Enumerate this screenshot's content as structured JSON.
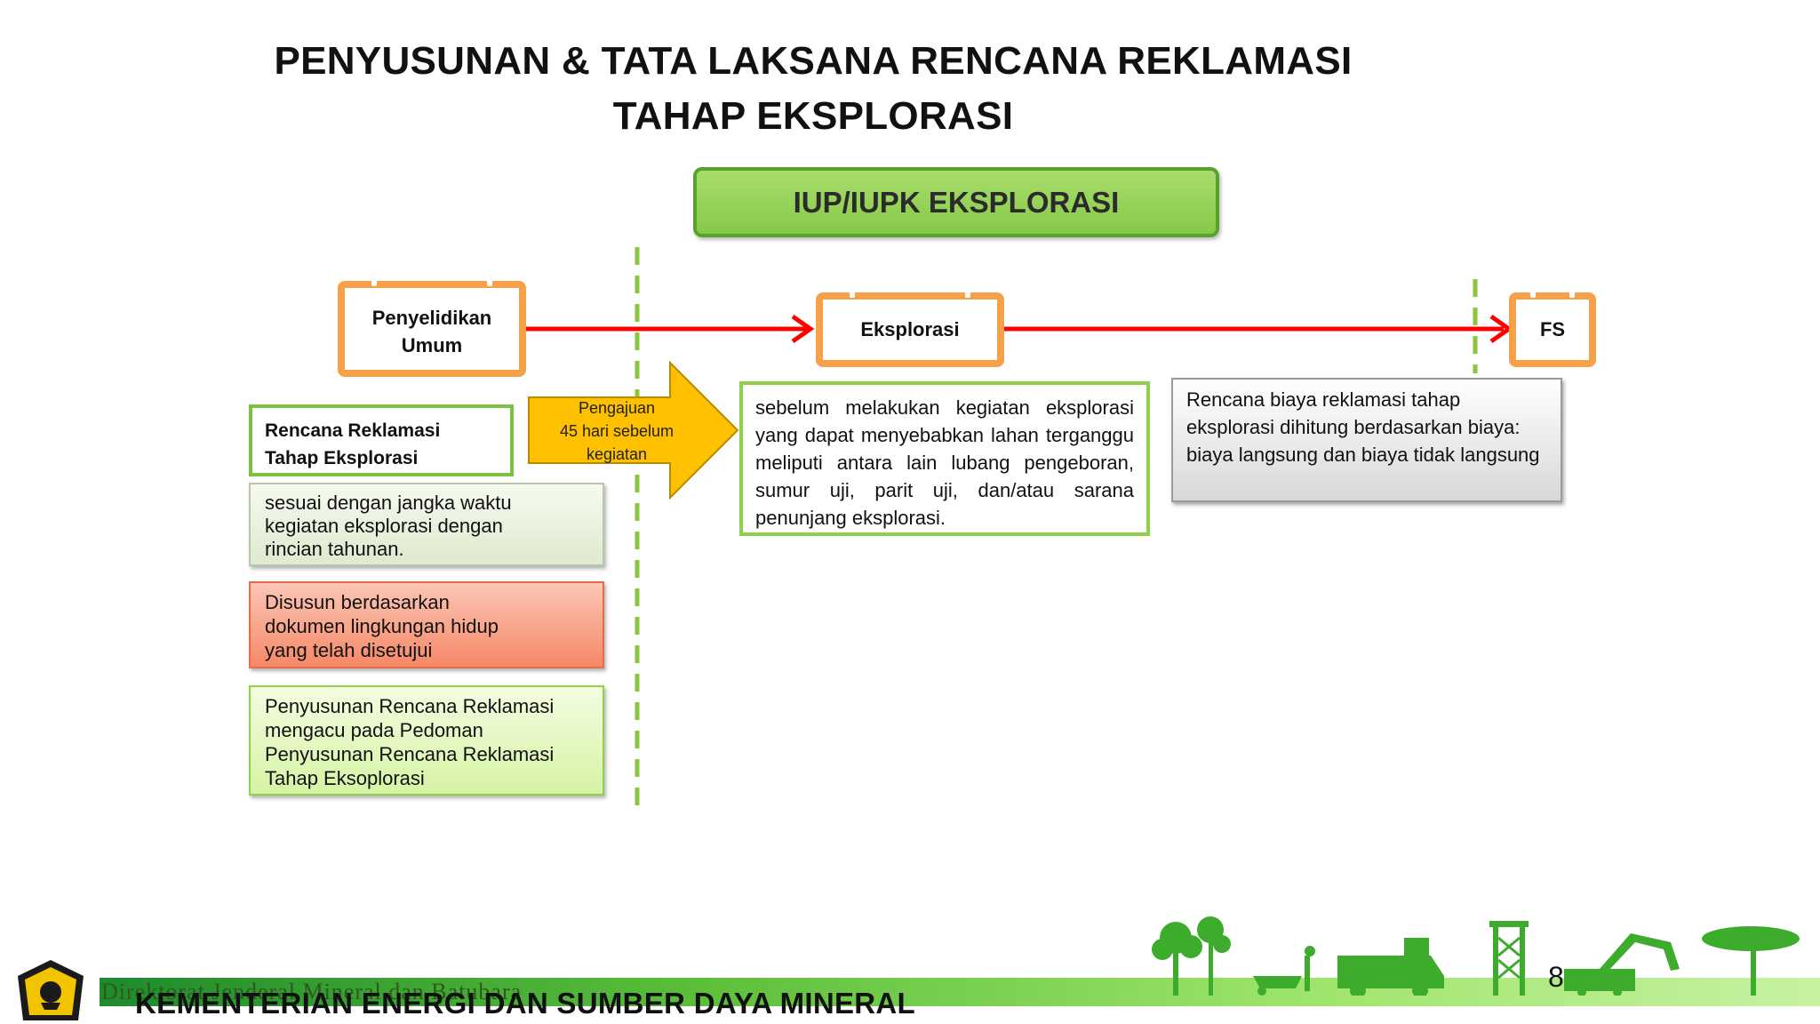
{
  "title": {
    "line1": "PENYUSUNAN & TATA LAKSANA RENCANA REKLAMASI",
    "line2": "TAHAP EKSPLORASI"
  },
  "header_box": "IUP/IUPK EKSPLORASI",
  "stages": {
    "penyelidikan": {
      "line1": "Penyelidikan",
      "line2": "Umum"
    },
    "eksplorasi": "Eksplorasi",
    "fs": "FS"
  },
  "left_label": {
    "line1": "Rencana Reklamasi",
    "line2": "Tahap Eksplorasi"
  },
  "notes": [
    {
      "line1": "sesuai dengan jangka waktu",
      "line2": "kegiatan eksplorasi dengan",
      "line3": "rincian tahunan."
    },
    {
      "line1": "Disusun berdasarkan",
      "line2": "dokumen lingkungan hidup",
      "line3": "yang telah disetujui"
    },
    {
      "line1": "Penyusunan Rencana Reklamasi",
      "line2": "mengacu pada Pedoman",
      "line3": "Penyusunan Rencana Reklamasi",
      "line4": "Tahap Eksoplorasi"
    }
  ],
  "submission_arrow": {
    "line1": "Pengajuan",
    "line2": "45 hari sebelum",
    "line3": "kegiatan"
  },
  "description": "sebelum melakukan kegiatan eksplorasi yang dapat menyebabkan lahan terganggu meliputi antara lain lubang pengeboran, sumur uji, parit uji, dan/atau sarana penunjang eksplorasi.",
  "cost_note": "Rencana biaya reklamasi tahap eksplorasi dihitung berdasarkan biaya: biaya langsung dan biaya tidak langsung",
  "footer": {
    "directorate": "Direktorat Jenderal Mineral dan Batubara",
    "ministry": "KEMENTERIAN ENERGI DAN SUMBER DAYA MINERAL",
    "page_number": "8"
  },
  "colors": {
    "stage_border": "#f7a04a",
    "flow_arrow": "#ff0000",
    "divider": "#8cc63f",
    "submission_arrow": "#ffc000"
  },
  "icons": [
    "ministry-logo-icon",
    "trees-icon",
    "wheelbarrow-icon",
    "dump-truck-icon",
    "mine-tower-icon",
    "excavator-icon"
  ]
}
